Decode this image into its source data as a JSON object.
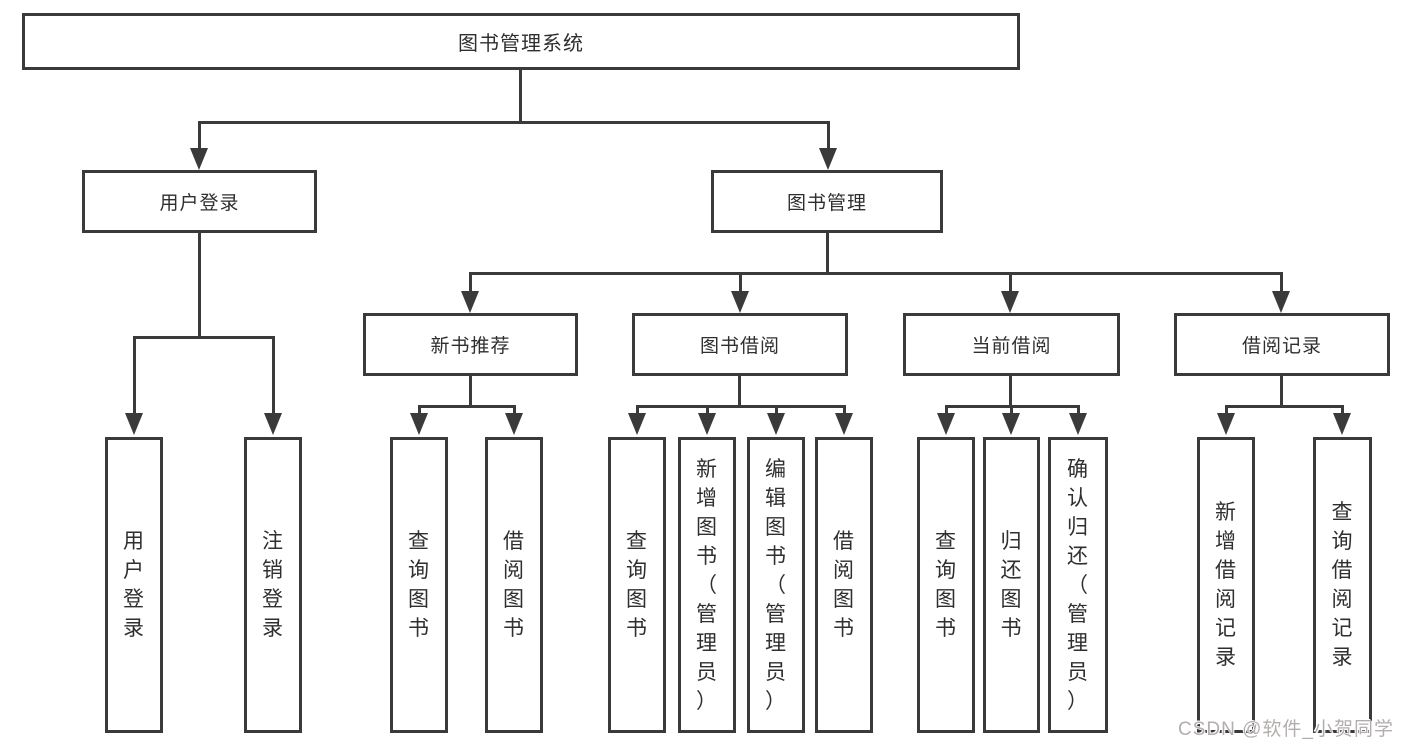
{
  "title": "图书管理系统",
  "watermark": "CSDN @软件_小贺同学",
  "colors": {
    "line": "#3a3a3a",
    "text": "#2f2f2f",
    "watermark": "#b3aeae",
    "background": "#ffffff"
  },
  "tree": {
    "root": {
      "label": "图书管理系统"
    },
    "branches": [
      {
        "label": "用户登录",
        "children": [
          {
            "label": "用户登录"
          },
          {
            "label": "注销登录"
          }
        ]
      },
      {
        "label": "图书管理",
        "children": [
          {
            "label": "新书推荐",
            "children": [
              {
                "label": "查询图书"
              },
              {
                "label": "借阅图书"
              }
            ]
          },
          {
            "label": "图书借阅",
            "children": [
              {
                "label": "查询图书"
              },
              {
                "label": "新增图书（管理员）"
              },
              {
                "label": "编辑图书（管理员）"
              },
              {
                "label": "借阅图书"
              }
            ]
          },
          {
            "label": "当前借阅",
            "children": [
              {
                "label": "查询图书"
              },
              {
                "label": "归还图书"
              },
              {
                "label": "确认归还（管理员）"
              }
            ]
          },
          {
            "label": "借阅记录",
            "children": [
              {
                "label": "新增借阅记录"
              },
              {
                "label": "查询借阅记录"
              }
            ]
          }
        ]
      }
    ]
  }
}
